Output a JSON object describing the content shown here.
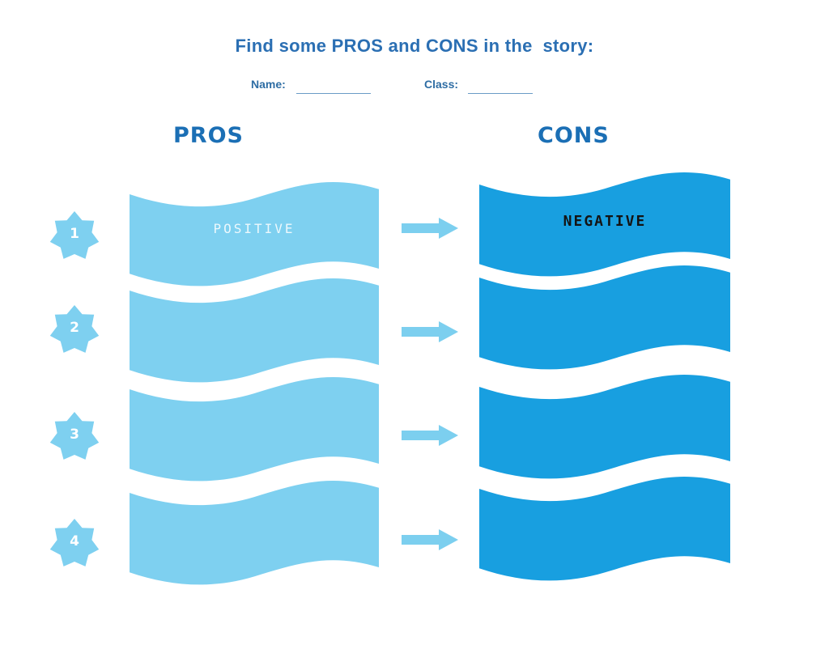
{
  "title": "Find some PROS and CONS in the  story:",
  "form": {
    "name_label": "Name:",
    "class_label": "Class:",
    "name_value": "",
    "class_value": ""
  },
  "pros": {
    "heading": "PROS",
    "banners": [
      {
        "label": "POSITIVE"
      },
      {
        "label": ""
      },
      {
        "label": ""
      },
      {
        "label": ""
      }
    ]
  },
  "cons": {
    "heading": "CONS",
    "banners": [
      {
        "label": "NEGATIVE"
      },
      {
        "label": ""
      },
      {
        "label": ""
      },
      {
        "label": ""
      }
    ]
  },
  "badges": [
    {
      "number": "1"
    },
    {
      "number": "2"
    },
    {
      "number": "3"
    },
    {
      "number": "4"
    }
  ],
  "icons": {
    "badge": "seven-point-star-badge",
    "row_connector": "right-arrow-icon"
  },
  "colors": {
    "background": "#ffffff",
    "pros_banner": "#7ed0f0",
    "cons_banner": "#189fe0",
    "arrow": "#7ccfef",
    "badge": "#7ed0f0",
    "title_text": "#2b6fb3",
    "heading_text": "#1b6fb5",
    "form_label_text": "#2e6da4",
    "positive_text": "#eaf9fe",
    "negative_text": "#141414"
  }
}
